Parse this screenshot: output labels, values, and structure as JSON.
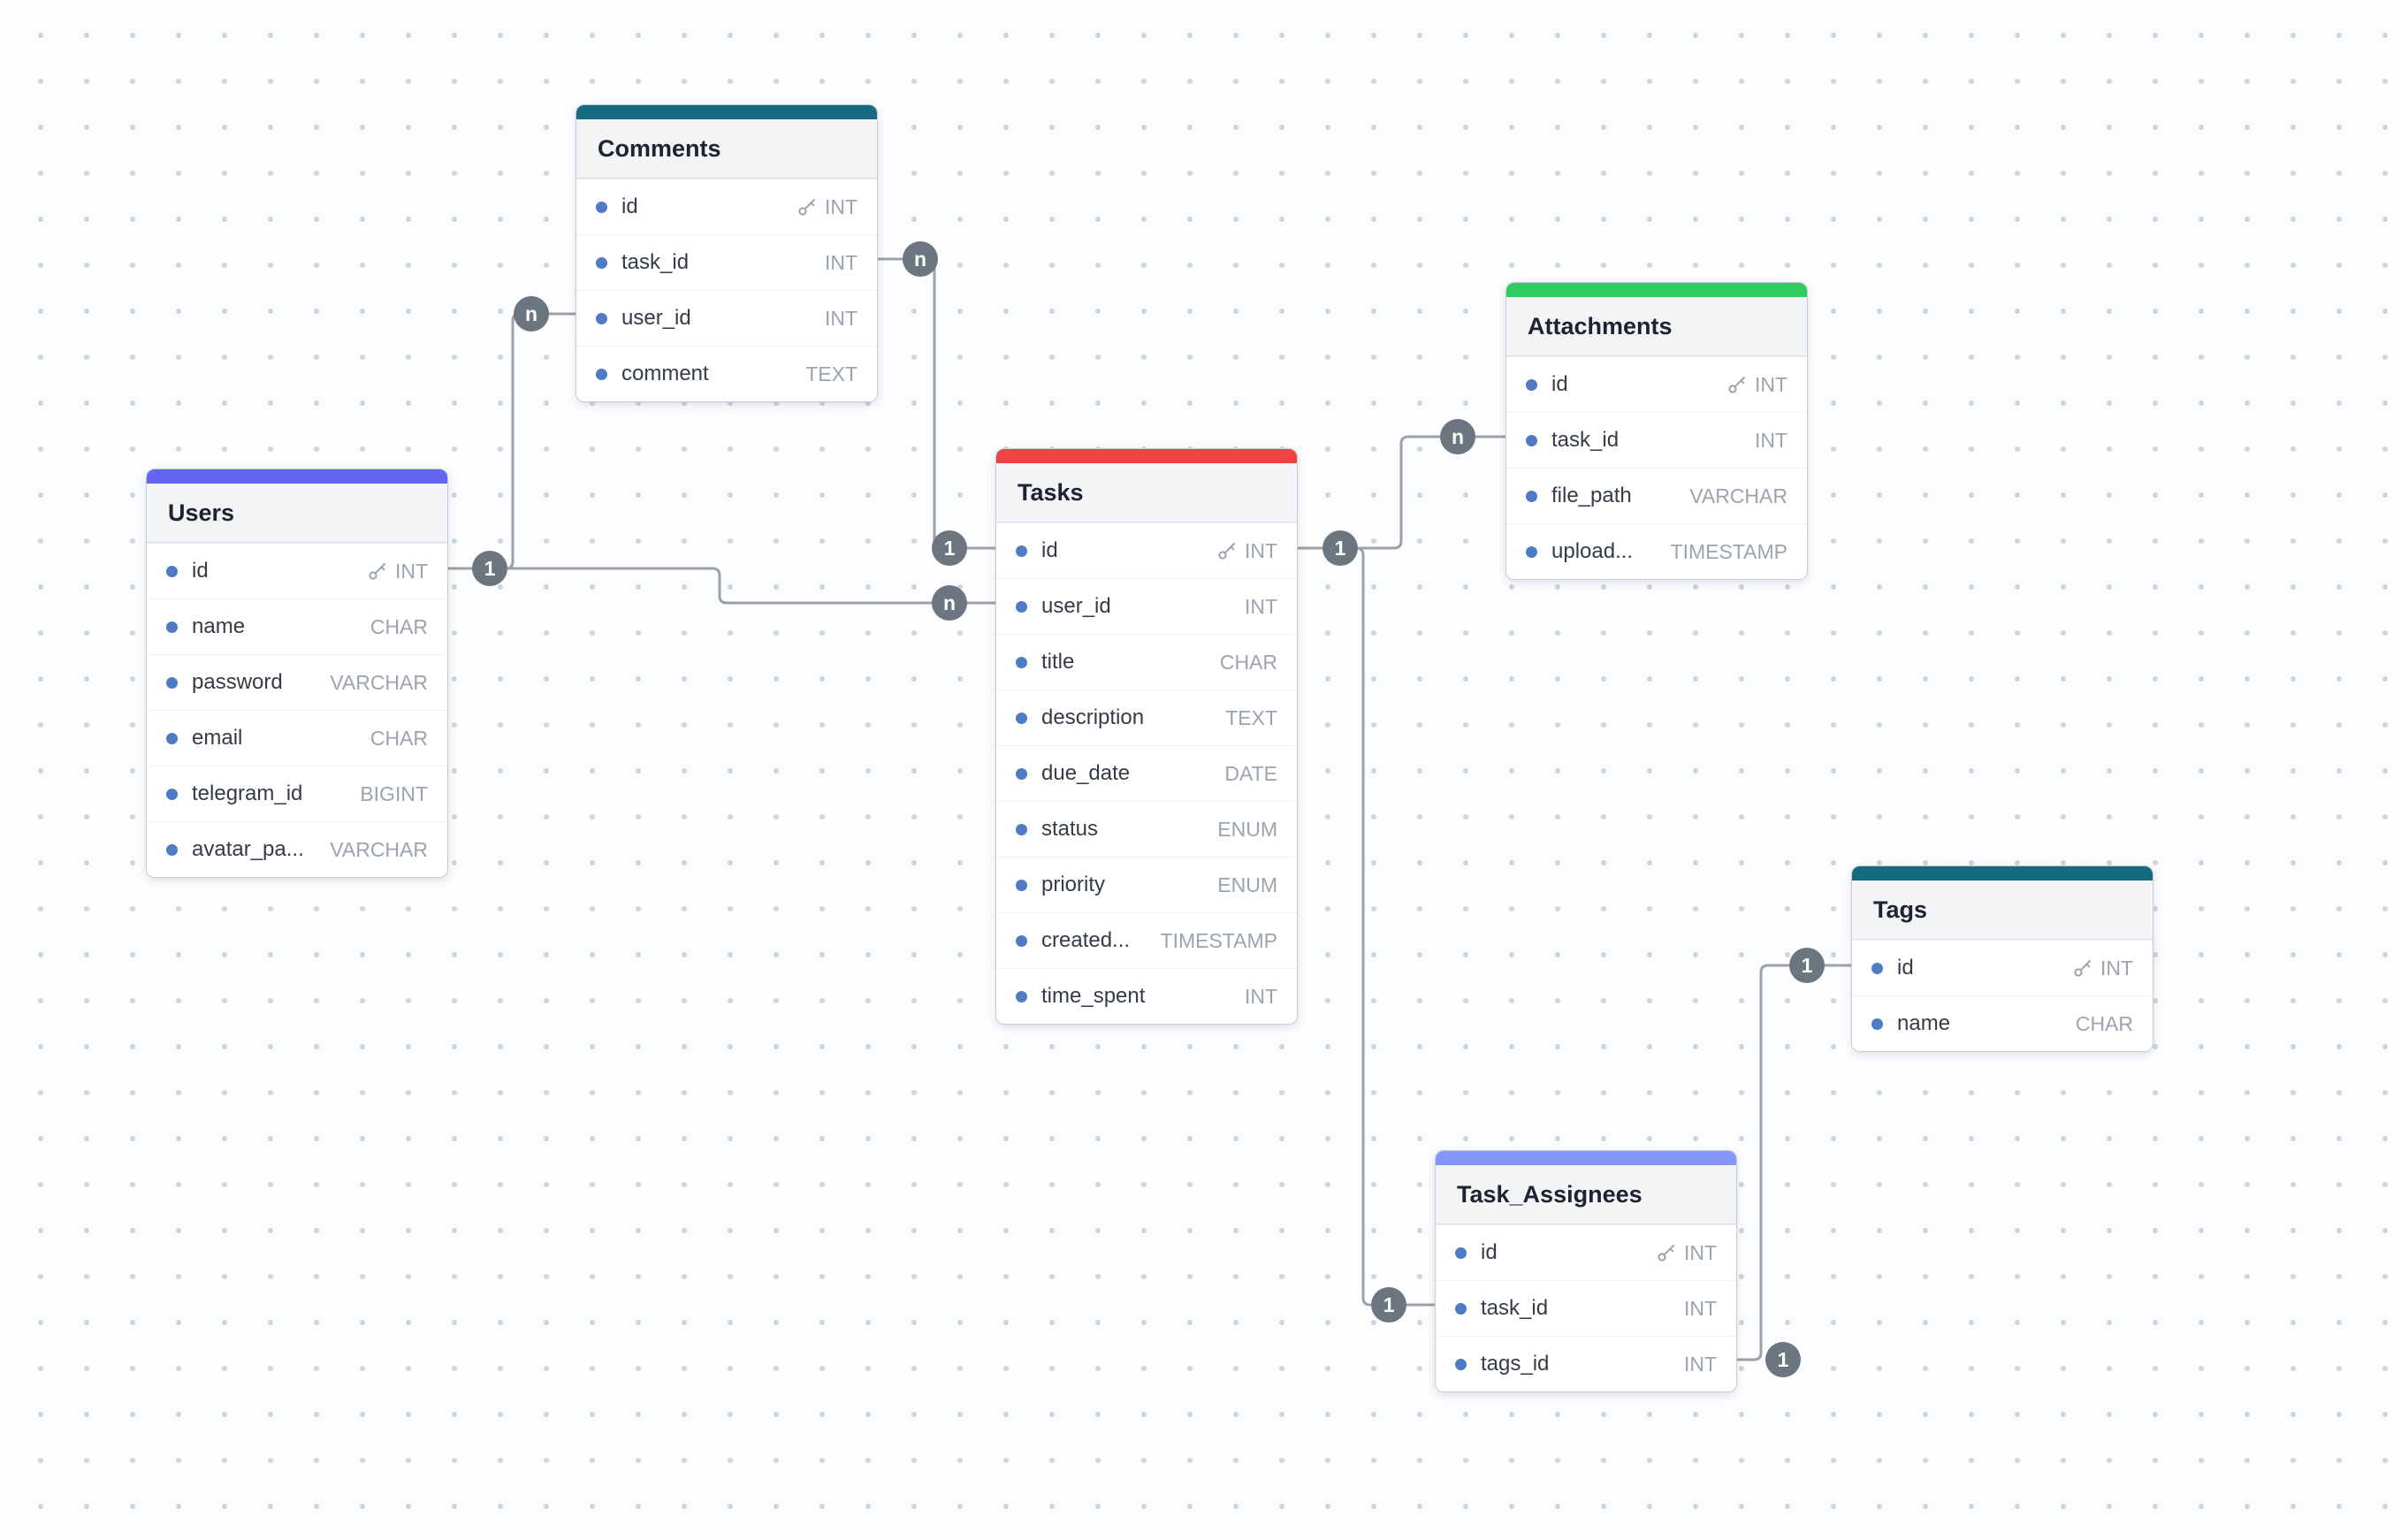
{
  "canvas": {
    "background": "#fcfdff",
    "dot_color": "#ccd7e5",
    "wire_color": "#9aa1a8"
  },
  "tables": [
    {
      "title": "Comments",
      "accent": "#156a80",
      "fields": [
        {
          "name": "id",
          "type": "INT",
          "key": true
        },
        {
          "name": "task_id",
          "type": "INT",
          "key": false
        },
        {
          "name": "user_id",
          "type": "INT",
          "key": false
        },
        {
          "name": "comment",
          "type": "TEXT",
          "key": false
        }
      ]
    },
    {
      "title": "Users",
      "accent": "#6165f1",
      "fields": [
        {
          "name": "id",
          "type": "INT",
          "key": true
        },
        {
          "name": "name",
          "type": "CHAR",
          "key": false
        },
        {
          "name": "password",
          "type": "VARCHAR",
          "key": false
        },
        {
          "name": "email",
          "type": "CHAR",
          "key": false
        },
        {
          "name": "telegram_id",
          "type": "BIGINT",
          "key": false
        },
        {
          "name": "avatar_pa...",
          "type": "VARCHAR",
          "key": false
        }
      ]
    },
    {
      "title": "Tasks",
      "accent": "#ef4343",
      "fields": [
        {
          "name": "id",
          "type": "INT",
          "key": true
        },
        {
          "name": "user_id",
          "type": "INT",
          "key": false
        },
        {
          "name": "title",
          "type": "CHAR",
          "key": false
        },
        {
          "name": "description",
          "type": "TEXT",
          "key": false
        },
        {
          "name": "due_date",
          "type": "DATE",
          "key": false
        },
        {
          "name": "status",
          "type": "ENUM",
          "key": false
        },
        {
          "name": "priority",
          "type": "ENUM",
          "key": false
        },
        {
          "name": "created...",
          "type": "TIMESTAMP",
          "key": false
        },
        {
          "name": "time_spent",
          "type": "INT",
          "key": false
        }
      ]
    },
    {
      "title": "Attachments",
      "accent": "#2ecc5f",
      "fields": [
        {
          "name": "id",
          "type": "INT",
          "key": true
        },
        {
          "name": "task_id",
          "type": "INT",
          "key": false
        },
        {
          "name": "file_path",
          "type": "VARCHAR",
          "key": false
        },
        {
          "name": "upload...",
          "type": "TIMESTAMP",
          "key": false
        }
      ]
    },
    {
      "title": "Tags",
      "accent": "#156a80",
      "fields": [
        {
          "name": "id",
          "type": "INT",
          "key": true
        },
        {
          "name": "name",
          "type": "CHAR",
          "key": false
        }
      ]
    },
    {
      "title": "Task_Assignees",
      "accent": "#8496f8",
      "fields": [
        {
          "name": "id",
          "type": "INT",
          "key": true
        },
        {
          "name": "task_id",
          "type": "INT",
          "key": false
        },
        {
          "name": "tags_id",
          "type": "INT",
          "key": false
        }
      ]
    }
  ],
  "relationships": [
    {
      "from": "Users.id",
      "to": "Comments.user_id",
      "from_label": "1",
      "to_label": "n"
    },
    {
      "from": "Users.id",
      "to": "Tasks.user_id",
      "from_label": "1",
      "to_label": "n"
    },
    {
      "from": "Tasks.id",
      "to": "Comments.task_id",
      "from_label": "1",
      "to_label": "n"
    },
    {
      "from": "Tasks.id",
      "to": "Attachments.task_id",
      "from_label": "1",
      "to_label": "n"
    },
    {
      "from": "Tasks.id",
      "to": "Task_Assignees.task_id",
      "from_label": "1",
      "to_label": "1"
    },
    {
      "from": "Tags.id",
      "to": "Task_Assignees.tags_id",
      "from_label": "1",
      "to_label": "1"
    }
  ]
}
